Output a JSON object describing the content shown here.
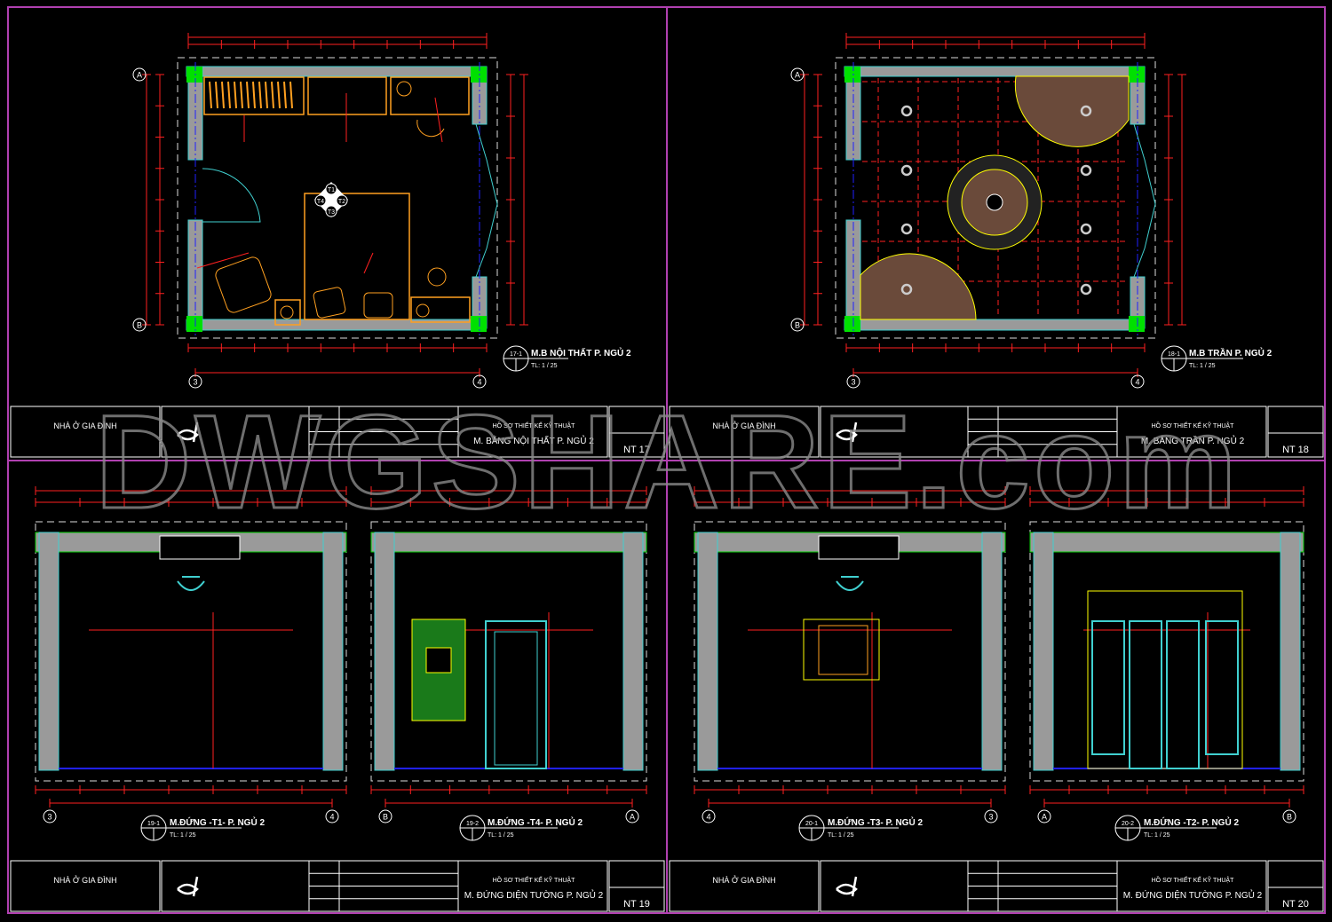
{
  "colors": {
    "frame": "#b040b0",
    "wall": "#9a9a9a",
    "wall_edge": "#40d0d0",
    "column": "#00e000",
    "dimension": "#ff2020",
    "furniture": "#ffa020",
    "ceiling_line": "#ff2020",
    "floor_line": "#2020ff",
    "text": "#ffffff"
  },
  "watermark": "DWGSHARE.com",
  "sheets": [
    {
      "project": "NHÀ Ở GIA ĐÌNH",
      "doc_type": "HỒ SƠ THIẾT KẾ KỸ THUẬT",
      "title": "M. BẰNG NỘI THẤT P. NGỦ 2",
      "sheet_no": "NT 17"
    },
    {
      "project": "NHÀ Ở GIA ĐÌNH",
      "doc_type": "HỒ SƠ THIẾT KẾ KỸ THUẬT",
      "title": "M. BẰNG TRẦN P. NGỦ 2",
      "sheet_no": "NT 18"
    },
    {
      "project": "NHÀ Ở GIA ĐÌNH",
      "doc_type": "HỒ SƠ THIẾT KẾ KỸ THUẬT",
      "title": "M. ĐỨNG DIỆN TƯỜNG P. NGỦ 2",
      "sheet_no": "NT 19"
    },
    {
      "project": "NHÀ Ở GIA ĐÌNH",
      "doc_type": "HỒ SƠ THIẾT KẾ KỸ THUẬT",
      "title": "M. ĐỨNG DIỆN TƯỜNG P. NGỦ 2",
      "sheet_no": "NT 20"
    }
  ],
  "drawings": [
    {
      "id": "17-1",
      "title": "M.B NỘI THẤT P. NGỦ 2",
      "scale": "TL: 1 / 25",
      "axes": [
        "A",
        "B",
        "3",
        "4"
      ]
    },
    {
      "id": "18-1",
      "title": "M.B TRẦN P. NGỦ 2",
      "scale": "TL: 1 / 25",
      "axes": [
        "A",
        "B",
        "3",
        "4"
      ]
    },
    {
      "id": "19-1",
      "title": "M.ĐỨNG -T1- P. NGỦ 2",
      "scale": "TL: 1 / 25",
      "axes": [
        "3",
        "4"
      ]
    },
    {
      "id": "19-2",
      "title": "M.ĐỨNG -T4- P. NGỦ 2",
      "scale": "TL: 1 / 25",
      "axes": [
        "B",
        "A"
      ]
    },
    {
      "id": "20-1",
      "title": "M.ĐỨNG -T3- P. NGỦ 2",
      "scale": "TL: 1 / 25",
      "axes": [
        "4",
        "3"
      ]
    },
    {
      "id": "20-2",
      "title": "M.ĐỨNG -T2- P. NGỦ 2",
      "scale": "TL: 1 / 25",
      "axes": [
        "A",
        "B"
      ]
    }
  ],
  "view_markers": [
    "T1",
    "T2",
    "T3",
    "T4"
  ]
}
